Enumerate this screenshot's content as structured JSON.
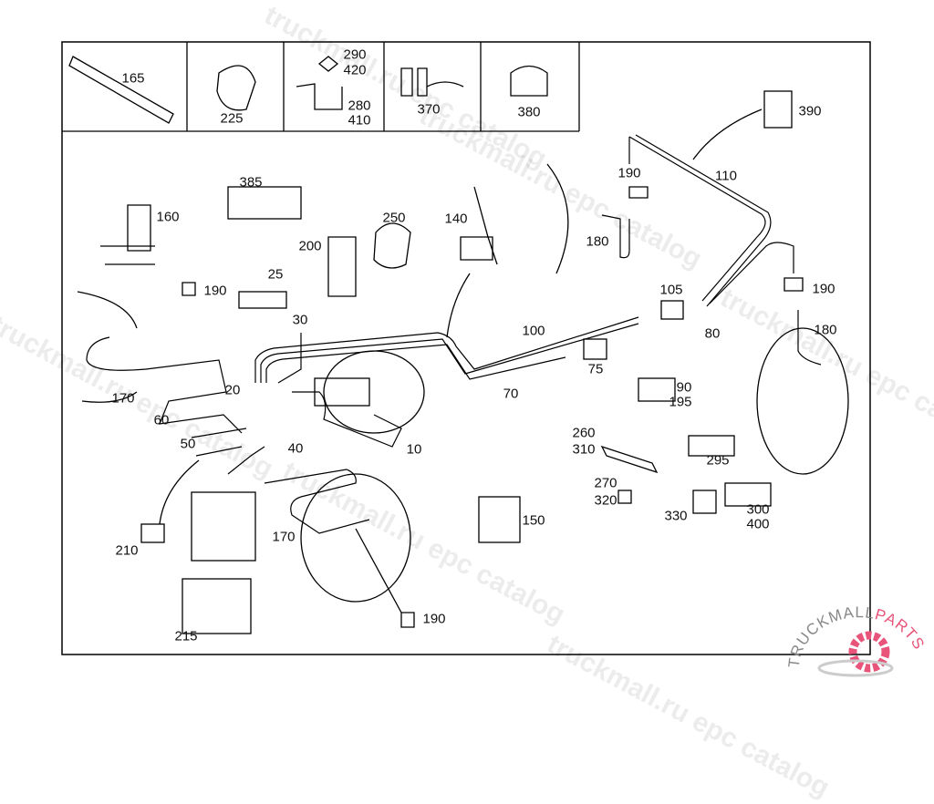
{
  "diagram": {
    "header_parts": [
      "165",
      "225",
      "290",
      "420",
      "280",
      "410",
      "370",
      "380"
    ],
    "callouts": [
      "390",
      "110",
      "190",
      "180",
      "385",
      "160",
      "250",
      "140",
      "200",
      "25",
      "190",
      "105",
      "190",
      "30",
      "100",
      "80",
      "180",
      "75",
      "70",
      "90",
      "195",
      "170",
      "20",
      "60",
      "50",
      "40",
      "10",
      "260",
      "310",
      "295",
      "270",
      "320",
      "330",
      "300",
      "400",
      "150",
      "170",
      "210",
      "190",
      "215"
    ],
    "line_color": "#000000"
  },
  "watermark": {
    "text": "truckmall.ru epc catalog"
  },
  "logo": {
    "text_dark": "TRUCKMALL",
    "text_accent": "PARTS",
    "accent_color": "#e8547a"
  }
}
